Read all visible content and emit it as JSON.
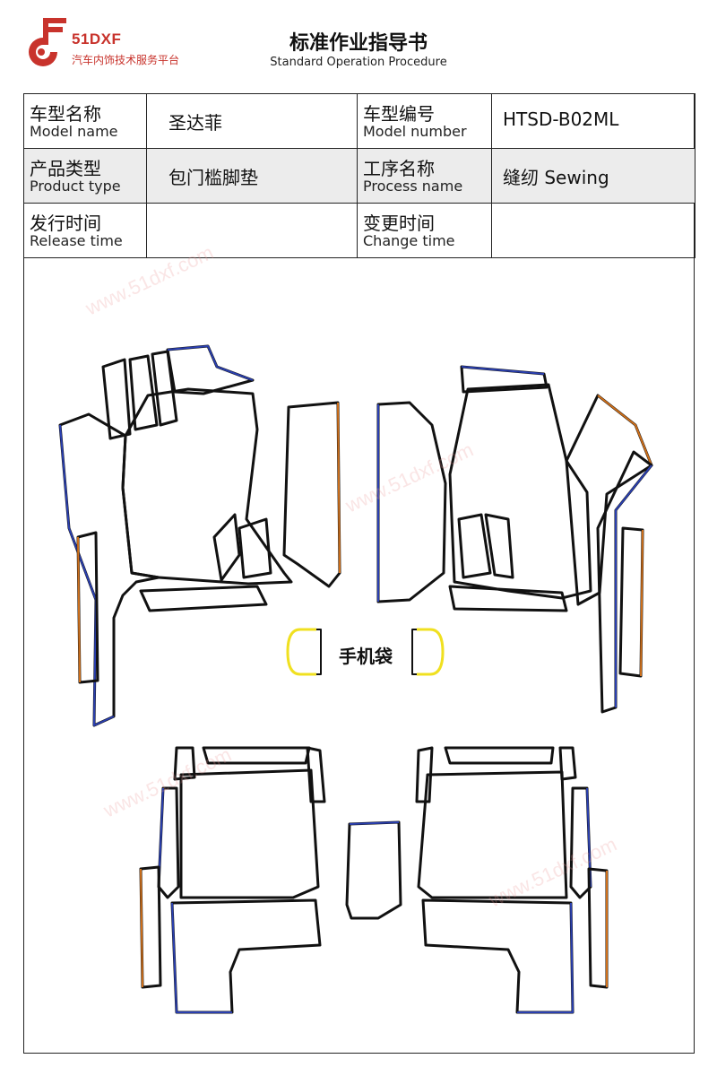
{
  "header": {
    "brand_name": "51DXF",
    "brand_tagline": "汽车内饰技术服务平台",
    "title": "标准作业指导书",
    "subtitle": "Standard Operation Procedure"
  },
  "info_table": {
    "model_name_label_zh": "车型名称",
    "model_name_label_en": "Model name",
    "model_name_value": "圣达菲",
    "model_number_label_zh": "车型编号",
    "model_number_label_en": "Model number",
    "model_number_value": "HTSD-B02ML",
    "product_type_label_zh": "产品类型",
    "product_type_label_en": "Product type",
    "product_type_value": "包门槛脚垫",
    "process_name_label_zh": "工序名称",
    "process_name_label_en": "Process name",
    "process_name_value": "缝纫 Sewing",
    "release_time_label_zh": "发行时间",
    "release_time_label_en": "Release time",
    "release_time_value": "",
    "change_time_label_zh": "变更时间",
    "change_time_label_en": "Change time",
    "change_time_value": ""
  },
  "diagram": {
    "phone_pocket_label": "手机袋"
  },
  "watermark": "www.51dxf.com",
  "colors": {
    "brand_red": "#c8332c",
    "outline_black": "#111111",
    "edge_blue": "#2a3fb0",
    "edge_orange": "#d0701a",
    "edge_yellow": "#f0e020"
  }
}
